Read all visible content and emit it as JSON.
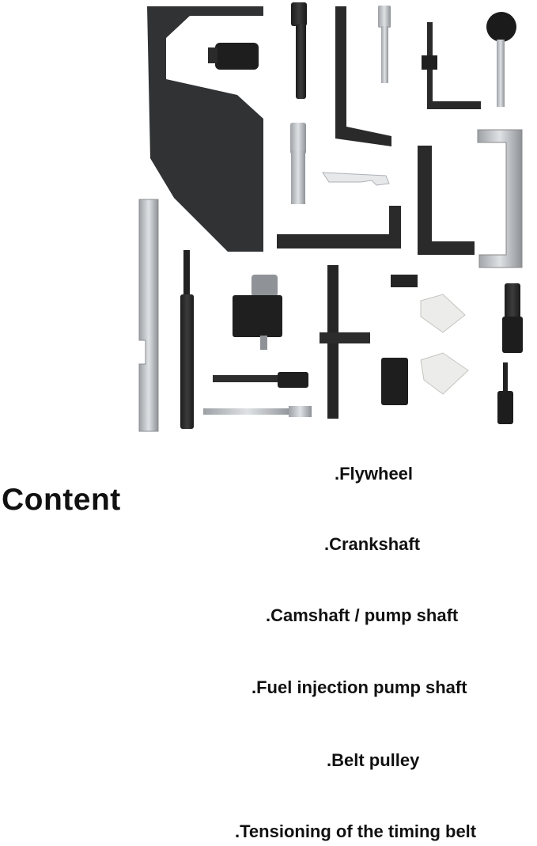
{
  "heading": "Content",
  "items": [
    ".Flywheel",
    ".Crankshaft",
    ".Camshaft / pump shaft",
    ".Fuel injection pump shaft",
    ".Belt pulley",
    ".Tensioning of the timing belt"
  ],
  "photo": {
    "subject": "engine timing tool kit",
    "colors": {
      "dark_tool": "#2b2b2b",
      "steel": "#c9ccd0",
      "silver": "#b8bbbe",
      "gasket": "#e9e9e4"
    }
  }
}
